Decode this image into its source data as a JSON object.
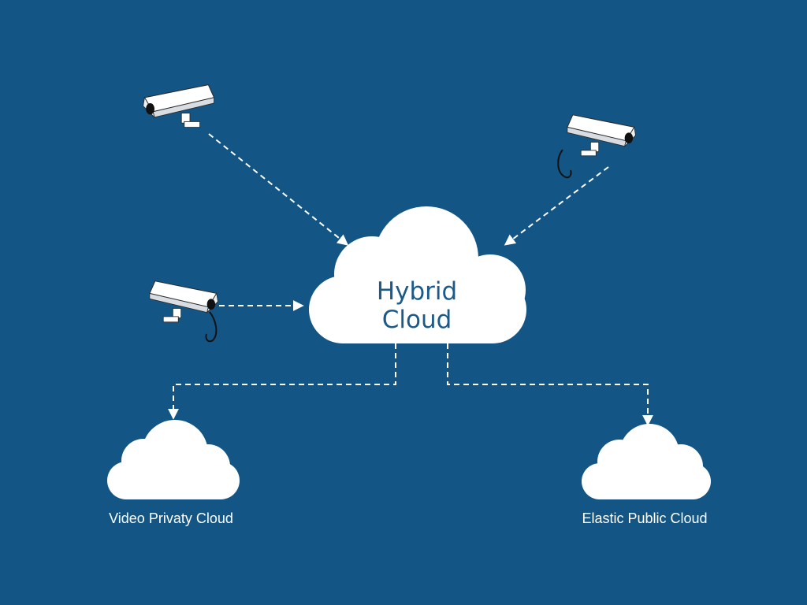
{
  "colors": {
    "background": "#135686",
    "cloud": "#ffffff",
    "hub_text": "#1b5a89",
    "connector": "#ffffff",
    "label": "#ffffff"
  },
  "hub": {
    "line1": "Hybrid",
    "line2": "Cloud"
  },
  "destinations": {
    "private": {
      "label": "Video Privaty Cloud"
    },
    "public": {
      "label": "Elastic Public Cloud"
    }
  },
  "sources": [
    {
      "icon": "security-camera-icon"
    },
    {
      "icon": "security-camera-icon"
    },
    {
      "icon": "security-camera-icon"
    }
  ]
}
